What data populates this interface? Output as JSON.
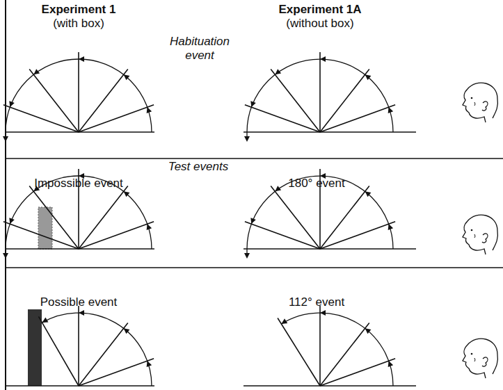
{
  "diagram": {
    "labels": [
      "Experiment 1",
      "(with box)",
      "Experiment 1A",
      "(without box)",
      "Habituation event",
      "Test events",
      "Impossible event",
      "180° event",
      "Possible event",
      "112° event"
    ]
  }
}
